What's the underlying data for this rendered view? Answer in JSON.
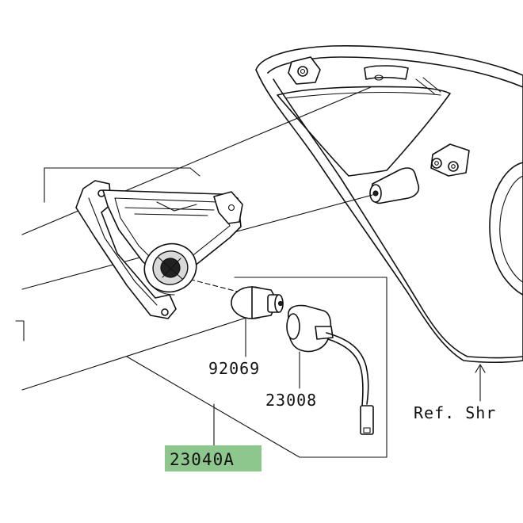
{
  "parts": [
    {
      "id": "bulb",
      "part_number": "92069"
    },
    {
      "id": "socket",
      "part_number": "23008"
    },
    {
      "id": "assembly",
      "part_number": "23040A",
      "highlighted": true
    }
  ],
  "reference": {
    "label": "Ref. Shr"
  },
  "colors": {
    "highlight": "#8ec78e",
    "line": "#111111",
    "background": "#ffffff"
  }
}
